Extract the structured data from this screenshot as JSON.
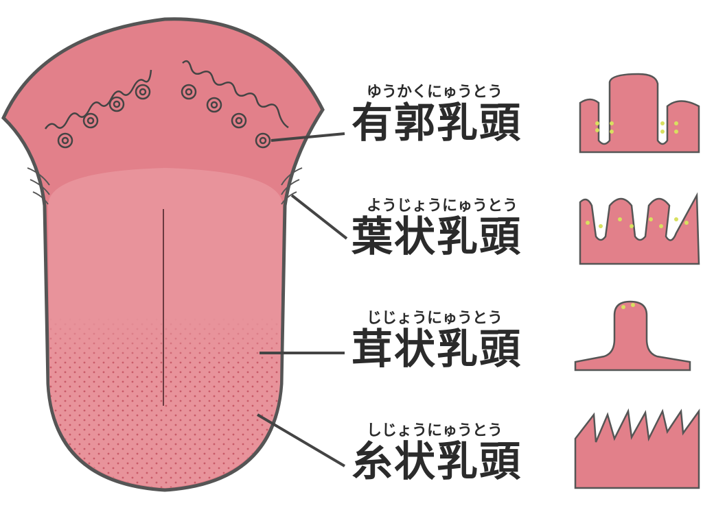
{
  "colors": {
    "tongue": "#e2808a",
    "tongue_light": "#e8939b",
    "outline": "#555555",
    "taste_bud": "#d8e060",
    "text": "#2b2b2b"
  },
  "papillae": [
    {
      "reading": "ゆうかくにゅうとう",
      "name": "有郭乳頭"
    },
    {
      "reading": "ようじょうにゅうとう",
      "name": "葉状乳頭"
    },
    {
      "reading": "じじょうにゅうとう",
      "name": "茸状乳頭"
    },
    {
      "reading": "しじょうにゅうとう",
      "name": "糸状乳頭"
    }
  ]
}
